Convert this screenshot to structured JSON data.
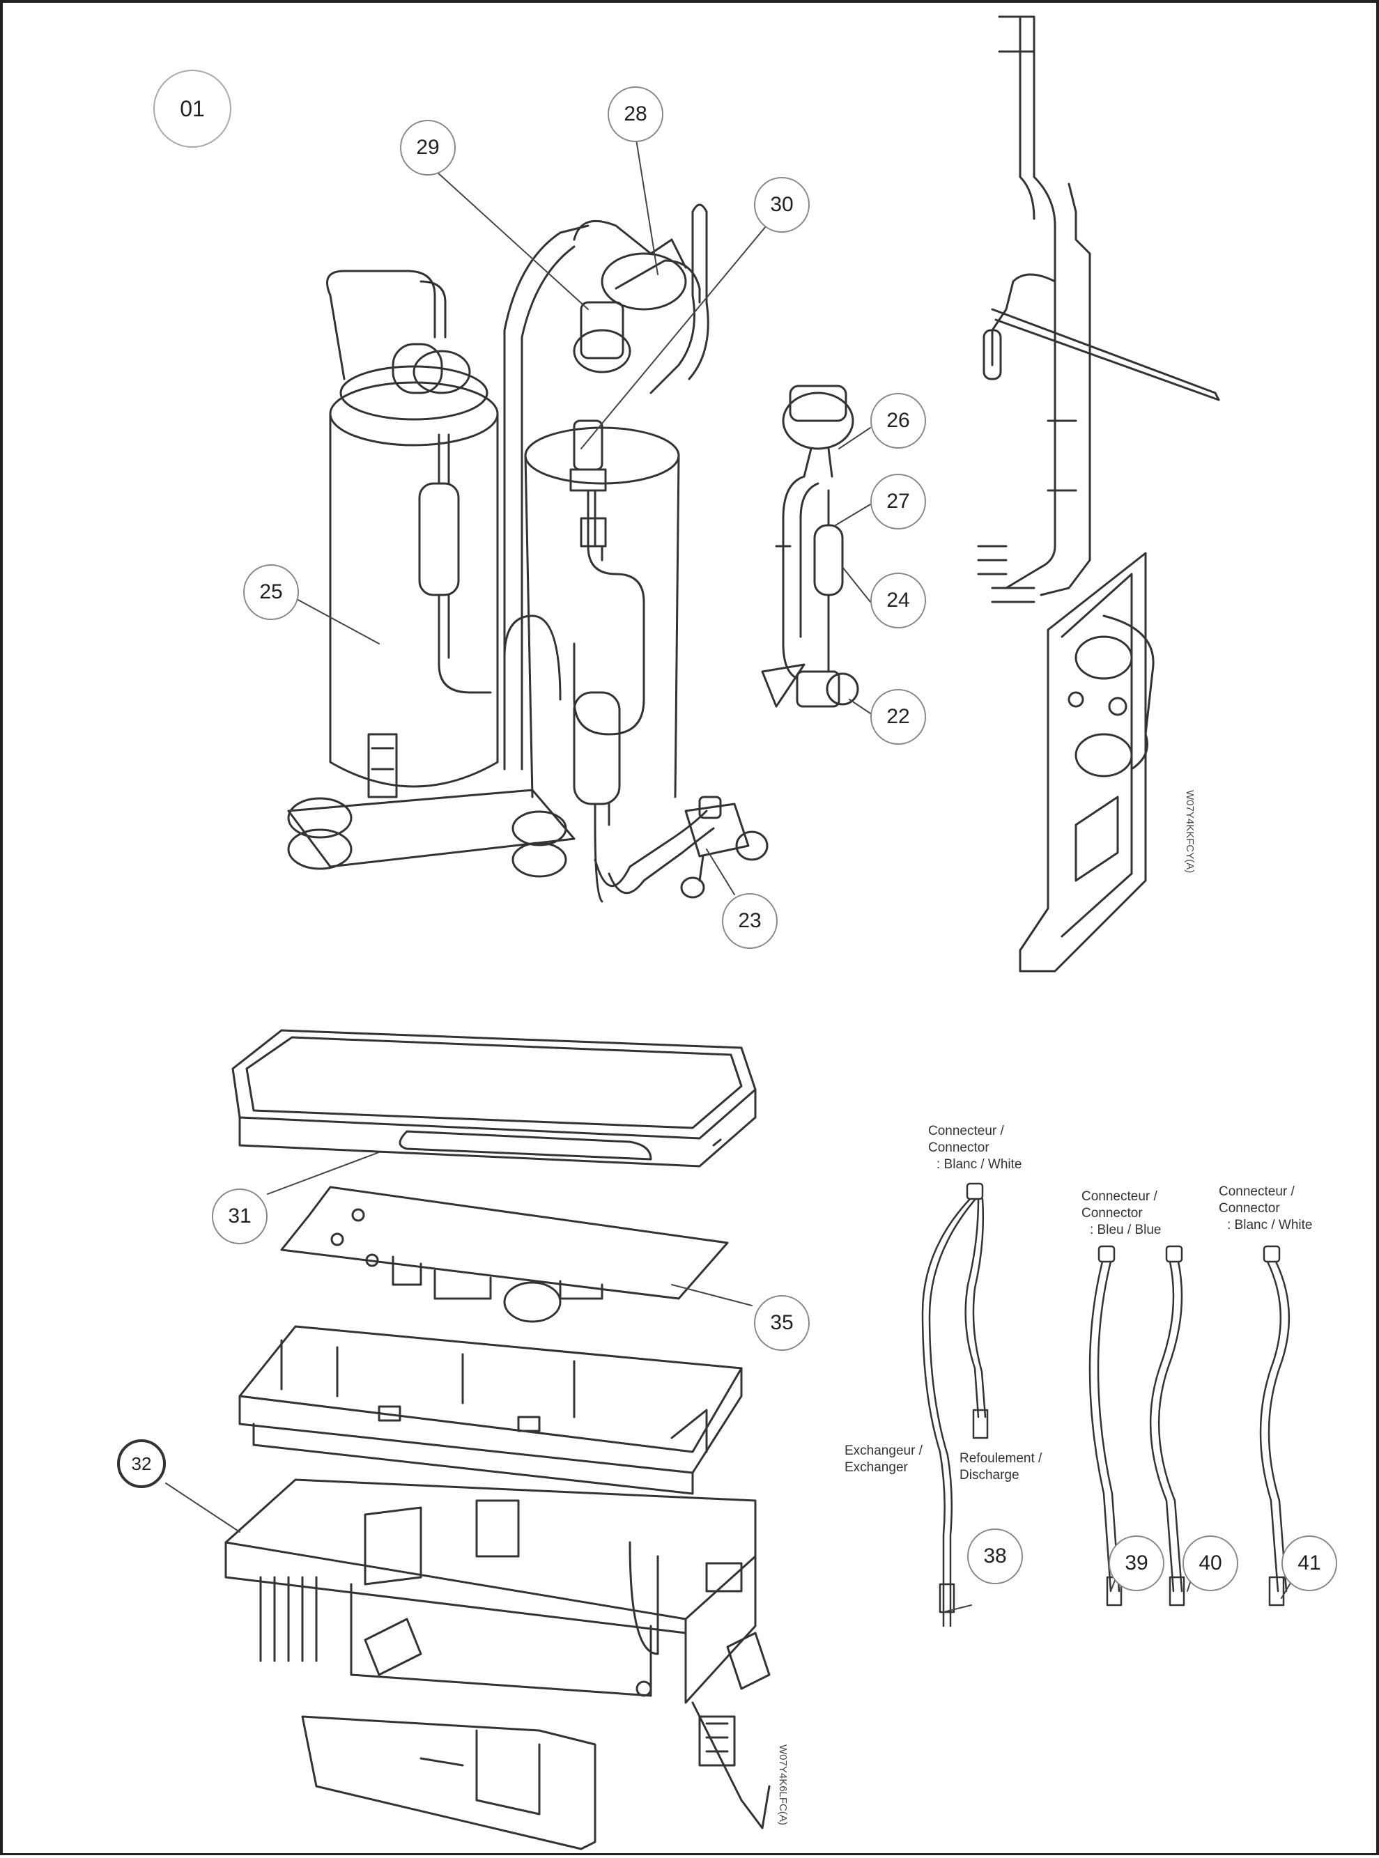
{
  "page_label": "01",
  "callouts": {
    "c22": "22",
    "c23": "23",
    "c24": "24",
    "c25": "25",
    "c26": "26",
    "c27": "27",
    "c28": "28",
    "c29": "29",
    "c30": "30",
    "c31": "31",
    "c32": "32",
    "c35": "35",
    "c38": "38",
    "c39": "39",
    "c40": "40",
    "c41": "41"
  },
  "notes": {
    "cable38_conn": [
      "Connecteur /",
      "Connector",
      ": Blanc / White"
    ],
    "cable39_40_conn": [
      "Connecteur /",
      "Connector",
      ": Bleu / Blue"
    ],
    "cable41_conn": [
      "Connecteur /",
      "Connector",
      ": Blanc / White"
    ],
    "exchanger": [
      "Exchangeur /",
      "Exchanger"
    ],
    "discharge": [
      "Refoulement /",
      "Discharge"
    ]
  },
  "drawing_codes": {
    "bracket": "W07Y4KKFCY(A)",
    "electrical_box": "W07Y4K6LFC(A)"
  }
}
